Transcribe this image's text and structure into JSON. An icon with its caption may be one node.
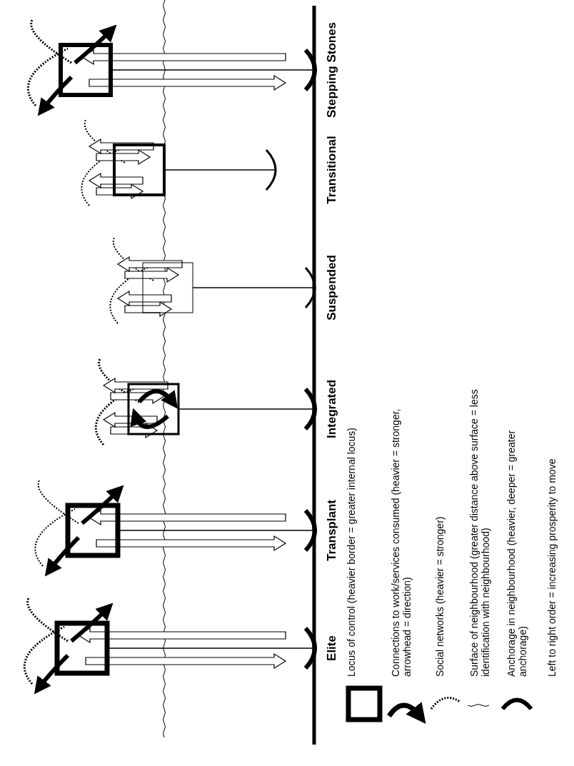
{
  "diagram": {
    "labels": [
      "Elite",
      "Transplant",
      "Integrated",
      "Suspended",
      "Transitional",
      "Stepping Stones",
      "Left to right order = increasing prosperity to move"
    ],
    "legend": [
      {
        "text": "Locus of control (heavier border = greater internal locus)"
      },
      {
        "text": "Connections to work/services consumed (heavier = stronger, arrowhead = direction)"
      },
      {
        "text": "Social networks (heavier = stronger)"
      },
      {
        "text": "Surface of neighbourhood (greater distance above surface = less identification with neighbourhood)"
      },
      {
        "text": "Anchorage in neighbourhood (heavier, deeper = greater anchorage)"
      }
    ]
  }
}
